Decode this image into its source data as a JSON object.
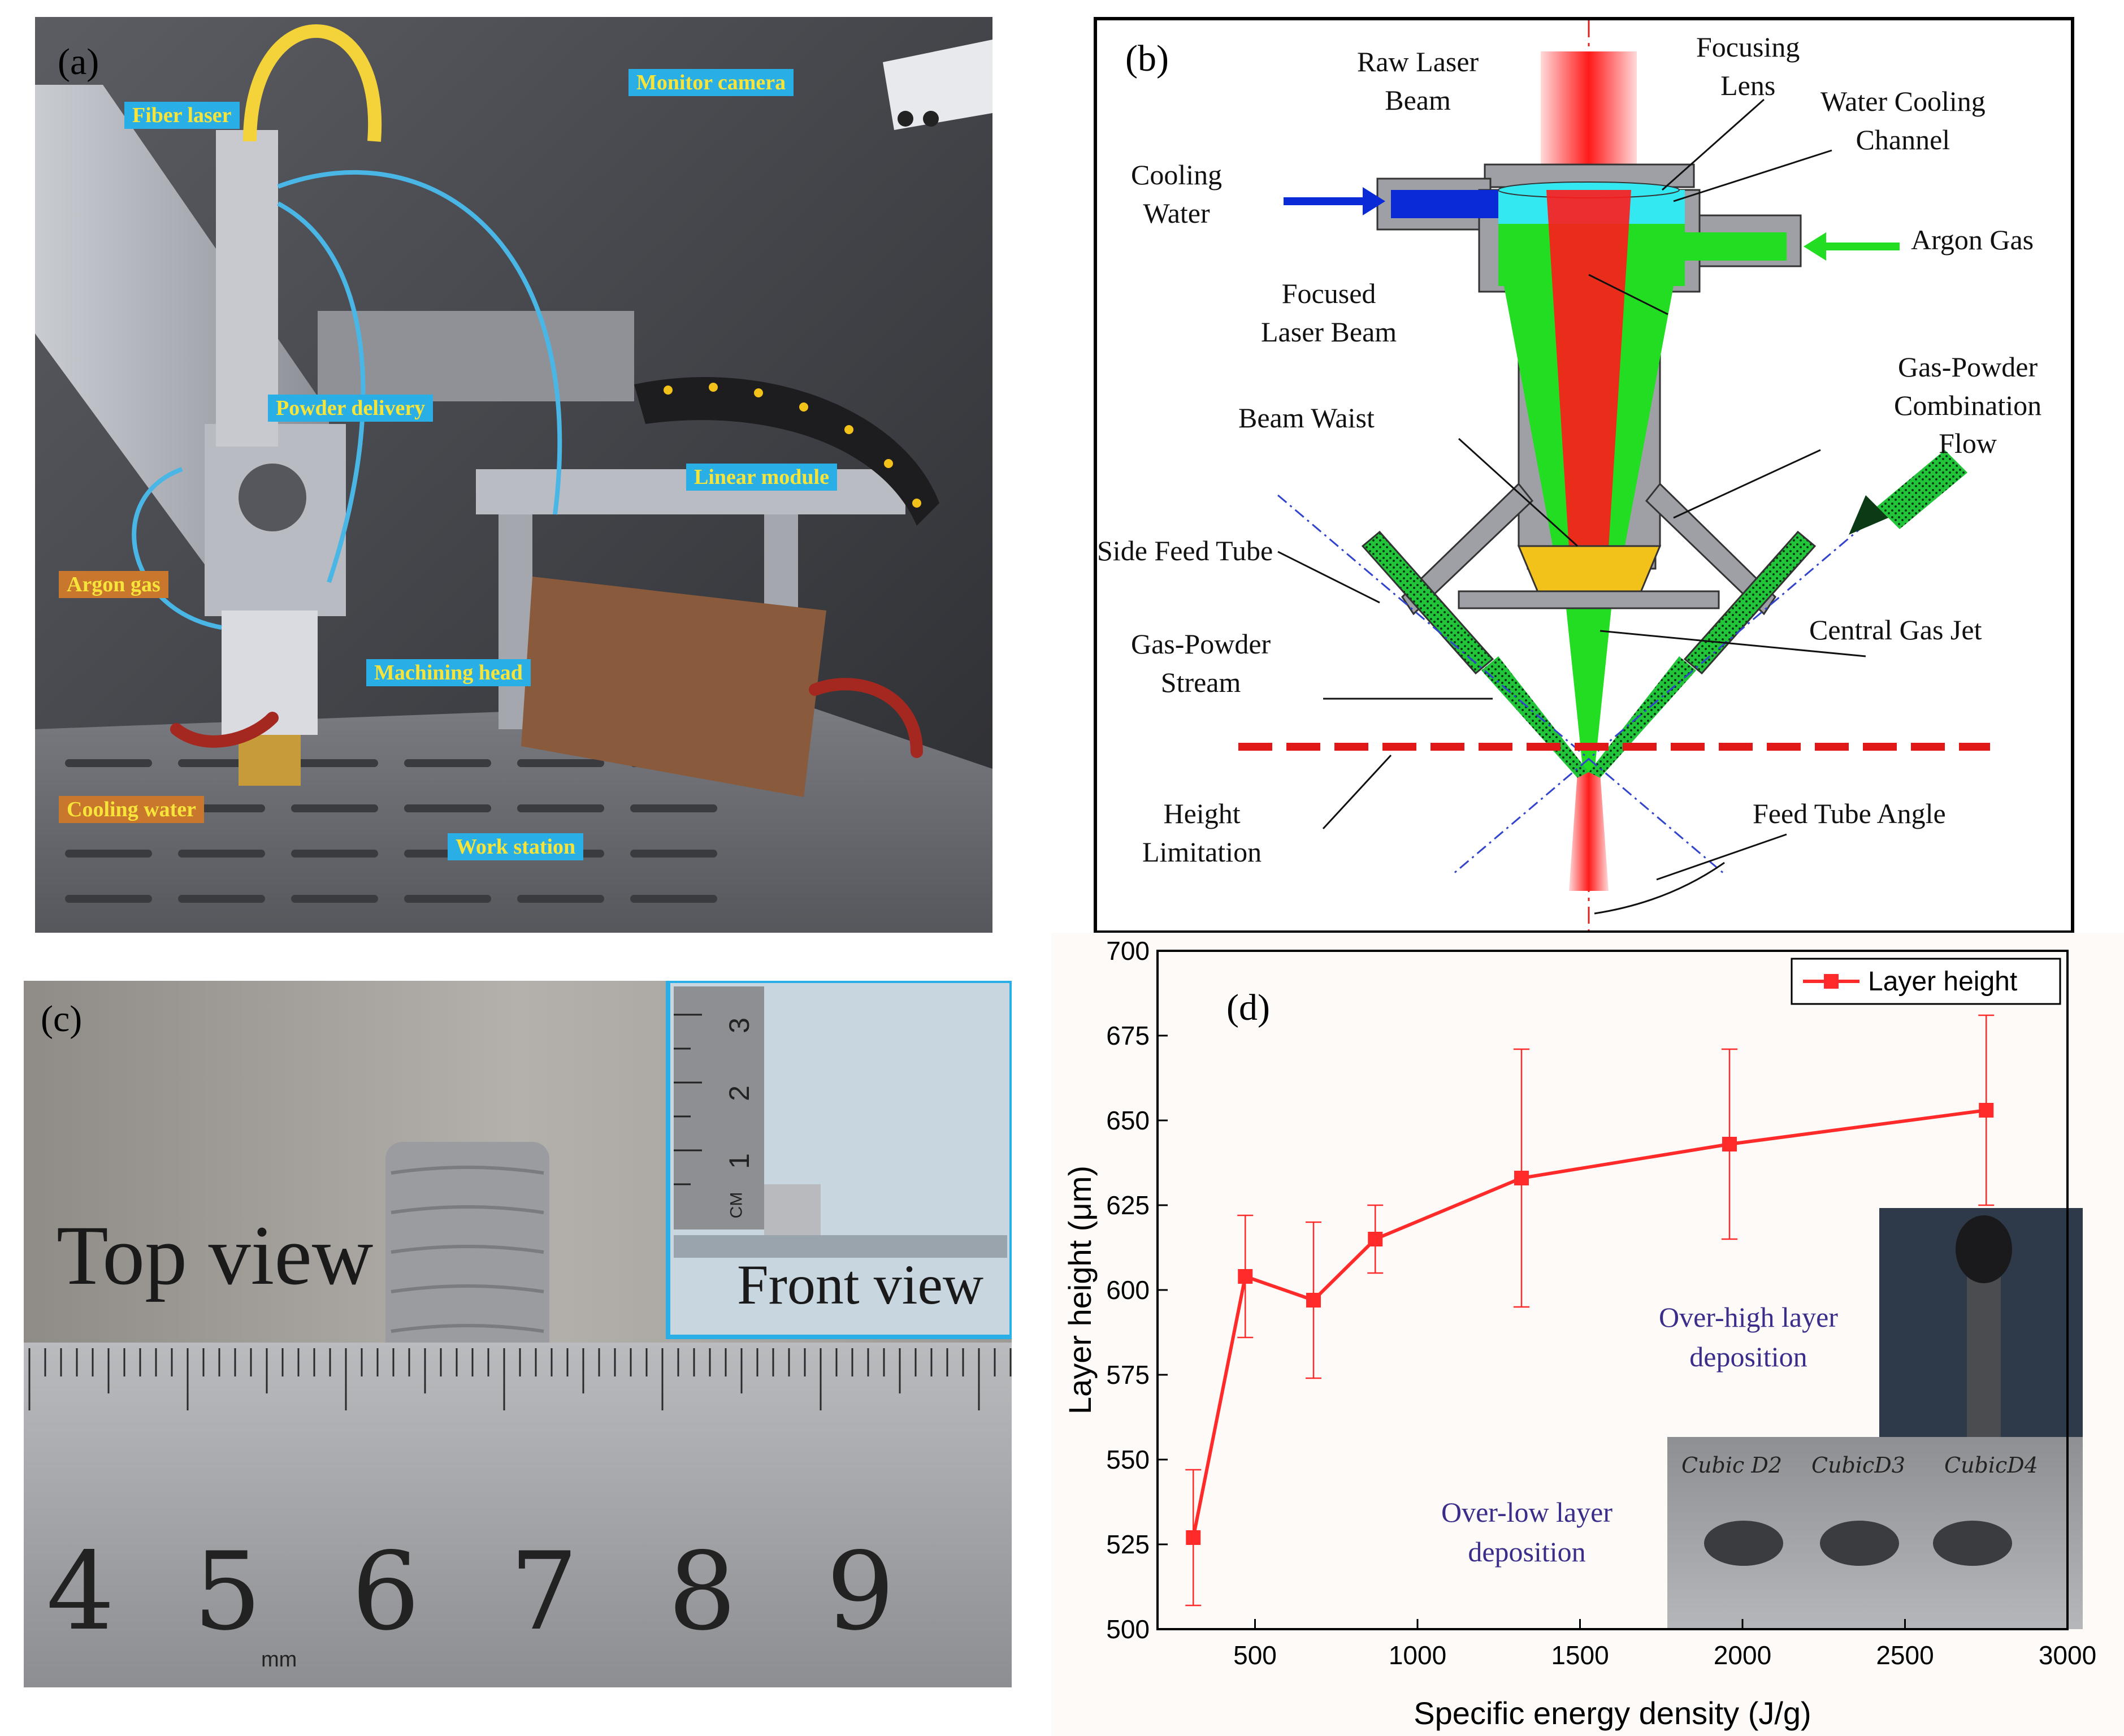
{
  "panel_a": {
    "label": "(a)",
    "tags": [
      {
        "key": "fiber",
        "text": "Fiber laser",
        "style": "blue"
      },
      {
        "key": "camera",
        "text": "Monitor camera",
        "style": "blue"
      },
      {
        "key": "powder",
        "text": "Powder delivery",
        "style": "blue"
      },
      {
        "key": "linear",
        "text": "Linear module",
        "style": "blue"
      },
      {
        "key": "argon",
        "text": "Argon gas",
        "style": "orange"
      },
      {
        "key": "head",
        "text": "Machining head",
        "style": "blue"
      },
      {
        "key": "cooling",
        "text": "Cooling water",
        "style": "orange"
      },
      {
        "key": "station",
        "text": "Work station",
        "style": "blue"
      }
    ]
  },
  "panel_b": {
    "label": "(b)",
    "labels": {
      "raw_laser": "Raw Laser\nBeam",
      "focusing_lens": "Focusing\nLens",
      "water_cooling": "Water Cooling\nChannel",
      "cooling_water": "Cooling\nWater",
      "argon_gas": "Argon Gas",
      "focused_beam": "Focused\nLaser Beam",
      "gas_powder_flow": "Gas-Powder\nCombination\nFlow",
      "beam_waist": "Beam Waist",
      "side_feed": "Side Feed Tube",
      "central_jet": "Central Gas Jet",
      "gas_powder_stream": "Gas-Powder\nStream",
      "height_limit": "Height\nLimitation",
      "feed_angle": "Feed Tube Angle"
    }
  },
  "panel_c": {
    "label": "(c)",
    "top_view": "Top view",
    "front_view": "Front view",
    "ruler_numbers": [
      "4",
      "5",
      "6",
      "7",
      "8",
      "9"
    ],
    "ruler_unit": "mm",
    "inset_ruler_numbers": [
      "1",
      "2",
      "3"
    ],
    "inset_ruler_unit": "CM"
  },
  "panel_d": {
    "label": "(d)",
    "legend": "Layer height",
    "annotation_high": "Over-high layer\ndeposition",
    "annotation_low": "Over-low layer\ndeposition",
    "sample_labels": [
      "Cubic D2",
      "CubicD3",
      "CubicD4"
    ]
  },
  "chart_data": {
    "type": "line",
    "xlabel": "Specific energy density (J/g)",
    "ylabel": "Layer height (μm)",
    "xlim": [
      200,
      3000
    ],
    "ylim": [
      500,
      700
    ],
    "xticks": [
      500,
      1000,
      1500,
      2000,
      2500,
      3000
    ],
    "yticks": [
      500,
      525,
      550,
      575,
      600,
      625,
      650,
      675,
      700
    ],
    "series": [
      {
        "name": "Layer height",
        "color": "#ff2a2a",
        "x": [
          310,
          470,
          680,
          870,
          1320,
          1960,
          2750
        ],
        "y": [
          527,
          604,
          597,
          615,
          633,
          643,
          653
        ],
        "err": [
          20,
          18,
          23,
          10,
          38,
          28,
          28
        ]
      }
    ],
    "legend_position": "top-right",
    "grid": false
  },
  "colors": {
    "laser_red": "#ff1a1a",
    "cooling_blue": "#0a2ad8",
    "argon_green": "#22dd22",
    "lens_cyan": "#33e8f0",
    "tag_blue": "#29aee6",
    "tag_orange": "#c9772c",
    "annotation_purple": "#3b2d8a"
  }
}
